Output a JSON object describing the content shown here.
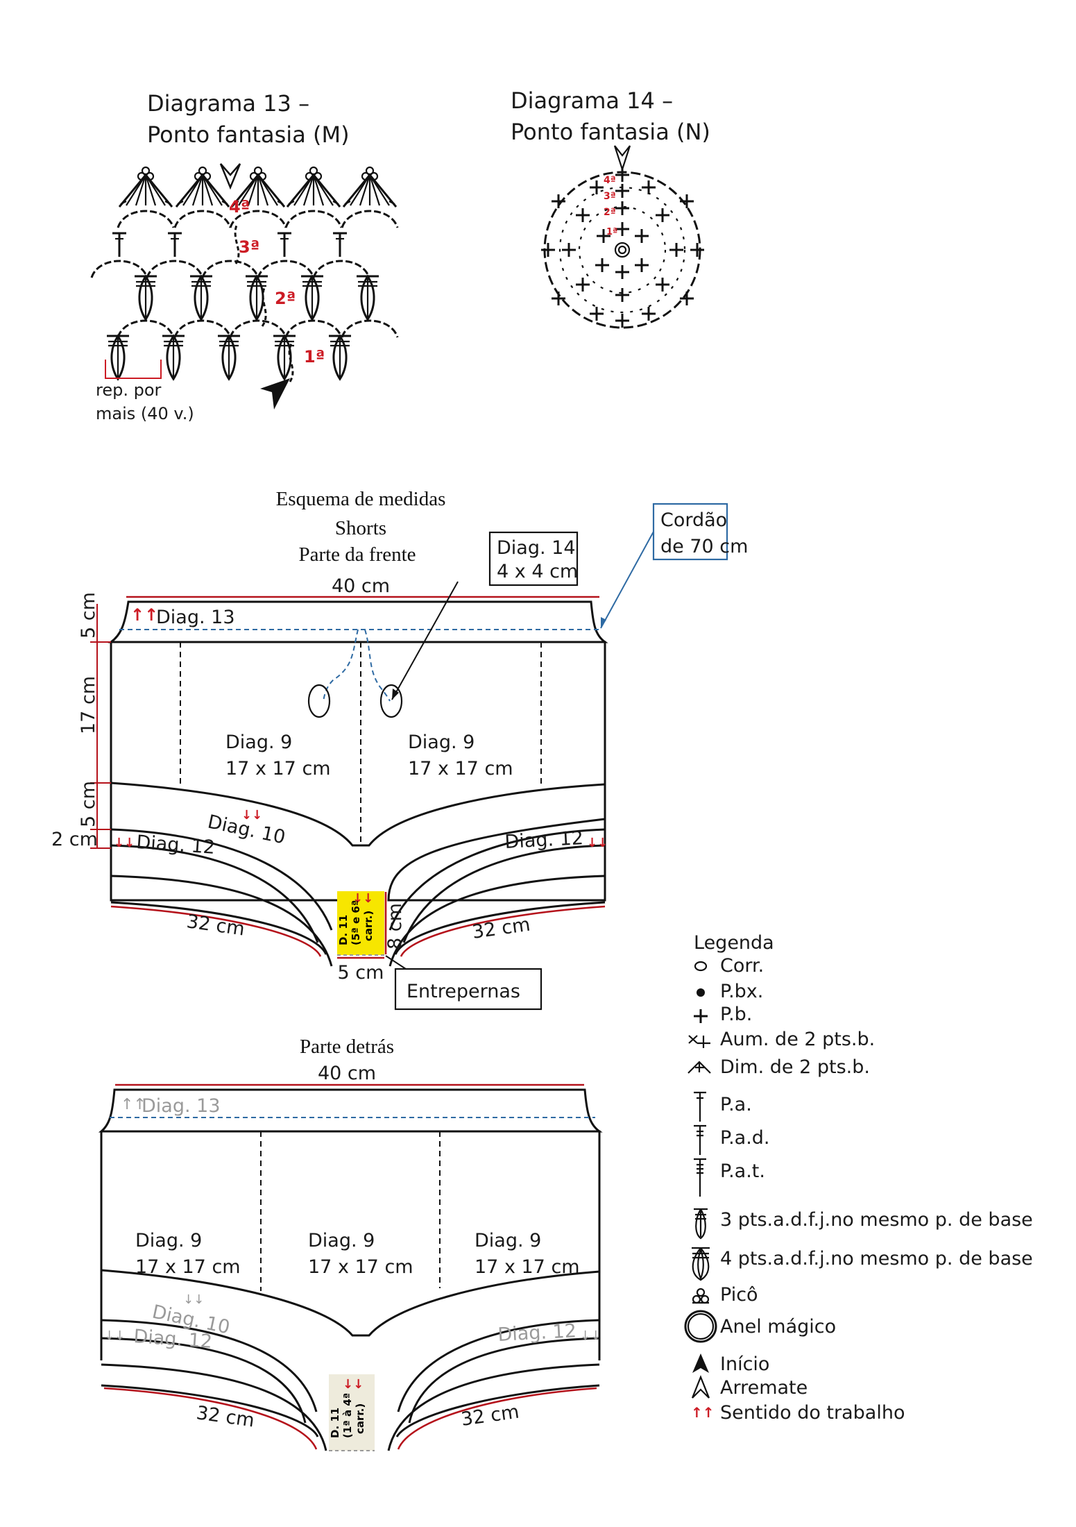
{
  "diagram13": {
    "title_line1": "Diagrama 13 –",
    "title_line2": "Ponto fantasia (M)",
    "row_labels": [
      "1ª",
      "2ª",
      "3ª",
      "4ª"
    ],
    "repeat_note_line1": "rep. por",
    "repeat_note_line2": "mais (40 v.)"
  },
  "diagram14": {
    "title_line1": "Diagrama 14 –",
    "title_line2": "Ponto fantasia (N)",
    "row_labels": [
      "1ª",
      "2ª",
      "3ª",
      "4ª"
    ]
  },
  "schema": {
    "heading_line1": "Esquema de medidas",
    "heading_line2": "Shorts",
    "front": {
      "heading": "Parte da frente",
      "width_label": "40 cm",
      "waistband_label": "Diag. 13",
      "side_measures": [
        "5 cm",
        "17 cm",
        "5 cm",
        "2 cm"
      ],
      "panel_labels": [
        {
          "name": "Diag. 9",
          "size": "17 x 17 cm"
        },
        {
          "name": "Diag. 9",
          "size": "17 x 17 cm"
        }
      ],
      "diag10_label": "Diag. 10",
      "diag12_left": "Diag. 12",
      "diag12_right": "Diag. 12",
      "leg_left": "32 cm",
      "leg_right": "32 cm",
      "crotch_label_line1": "D. 11",
      "crotch_label_line2": "(5ª e 6ª",
      "crotch_label_line3": "carr.)",
      "crotch_height": "8 cm",
      "crotch_width": "5 cm",
      "callout_diag14_line1": "Diag. 14",
      "callout_diag14_line2": "4 x 4 cm",
      "callout_cord_line1": "Cordão",
      "callout_cord_line2": "de 70 cm",
      "callout_crotch": "Entrepernas"
    },
    "back": {
      "heading": "Parte detrás",
      "width_label": "40 cm",
      "waistband_label": "Diag. 13",
      "panel_labels": [
        {
          "name": "Diag. 9",
          "size": "17 x 17 cm"
        },
        {
          "name": "Diag. 9",
          "size": "17 x 17 cm"
        },
        {
          "name": "Diag. 9",
          "size": "17 x 17 cm"
        }
      ],
      "diag10_label": "Diag. 10",
      "diag12_left": "Diag. 12",
      "diag12_right": "Diag. 12",
      "leg_left": "32 cm",
      "leg_right": "32 cm",
      "crotch_label_line1": "D. 11",
      "crotch_label_line2": "(1ª à 4ª",
      "crotch_label_line3": "carr.)"
    }
  },
  "legend": {
    "title": "Legenda",
    "items": [
      {
        "icon": "chain-oval-icon",
        "label": "Corr."
      },
      {
        "icon": "slip-stitch-dot-icon",
        "label": "P.bx."
      },
      {
        "icon": "single-crochet-cross-icon",
        "label": "P.b."
      },
      {
        "icon": "increase-2sc-icon",
        "label": "Aum. de 2 pts.b."
      },
      {
        "icon": "decrease-2sc-icon",
        "label": "Dim. de 2 pts.b."
      },
      {
        "icon": "double-crochet-icon",
        "label": "P.a."
      },
      {
        "icon": "treble-crochet-icon",
        "label": "P.a.d."
      },
      {
        "icon": "triple-treble-icon",
        "label": "P.a.t."
      },
      {
        "icon": "cluster-3-icon",
        "label": "3 pts.a.d.f.j.no mesmo p. de base"
      },
      {
        "icon": "cluster-4-icon",
        "label": "4 pts.a.d.f.j.no mesmo p. de base"
      },
      {
        "icon": "picot-icon",
        "label": "Picô"
      },
      {
        "icon": "magic-ring-icon",
        "label": "Anel mágico"
      },
      {
        "icon": "start-arrow-icon",
        "label": "Início"
      },
      {
        "icon": "finish-arrow-icon",
        "label": "Arremate"
      },
      {
        "icon": "work-direction-icon",
        "label": "Sentido do trabalho"
      }
    ]
  },
  "colors": {
    "accent_red": "#cc1b24",
    "measure_red": "#b5121b",
    "cord_blue": "#2e6aa3",
    "crotch_front": "#f7e600",
    "crotch_back": "#eeebdc",
    "grey_text": "#9a9a9a"
  }
}
